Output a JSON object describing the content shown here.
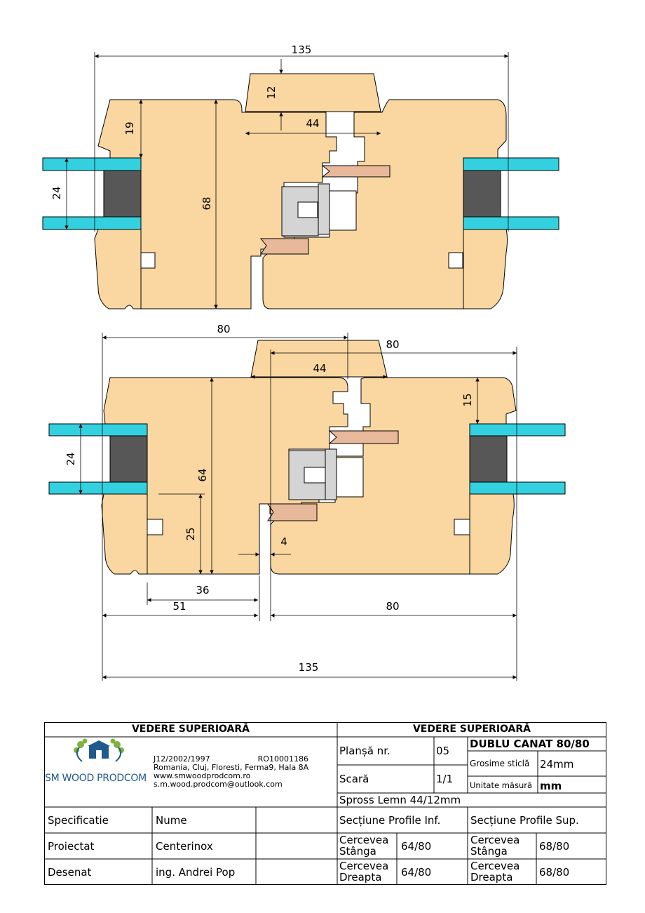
{
  "top_view": {
    "dims": {
      "overall": "135",
      "rebate_depth": "12",
      "spross": "44",
      "sash_offset": "19",
      "glass": "24",
      "profile_height": "68"
    }
  },
  "bottom_view": {
    "dims": {
      "left_width": "80",
      "right_width": "80",
      "spross": "44",
      "sash_offset": "15",
      "glass": "24",
      "profile_height": "64",
      "low_height": "25",
      "gap": "4",
      "inner": "36",
      "left_total": "51",
      "right_total": "80",
      "overall": "135"
    }
  },
  "colors": {
    "wood": "#FAD7A0",
    "glass": "#33D1E0",
    "seal": "#575757",
    "hardware": "#D4D4D4",
    "gasket": "#E8B89A"
  },
  "title_block": {
    "left_title": "VEDERE SUPERIOARĂ",
    "right_title": "VEDERE SUPERIOARĂ",
    "logo_text": "SM WOOD PRODCOM",
    "company": {
      "reg": "J12/2002/1997",
      "cui": "RO10001186",
      "address": "Romania, Cluj, Floresti, Ferma9, Hala 8A",
      "web": "www.smwoodprodcom.ro",
      "email": "s.m.wood.prodcom@outlook.com"
    },
    "plansa_label": "Planșă nr.",
    "plansa_value": "05",
    "product": "DUBLU CANAT 80/80",
    "scara_label": "Scară",
    "scara_value": "1/1",
    "glass_label": "Grosime sticlă",
    "glass_value": "24mm",
    "unit_label": "Unitate măsură",
    "unit_value": "mm",
    "spross": "Spross Lemn 44/12mm",
    "spec_label": "Specificatie",
    "nume_label": "Nume",
    "sect_inf": "Secțiune Profile Inf.",
    "sect_sup": "Secțiune Profile Sup.",
    "proiectat_label": "Proiectat",
    "proiectat_value": "Centerinox",
    "desenat_label": "Desenat",
    "desenat_value": "ing. Andrei Pop",
    "left_sash": "Cercevea Stânga",
    "right_sash": "Cercevea Dreapta",
    "inf_left": "64/80",
    "inf_right": "64/80",
    "sup_left": "68/80",
    "sup_right": "68/80"
  }
}
